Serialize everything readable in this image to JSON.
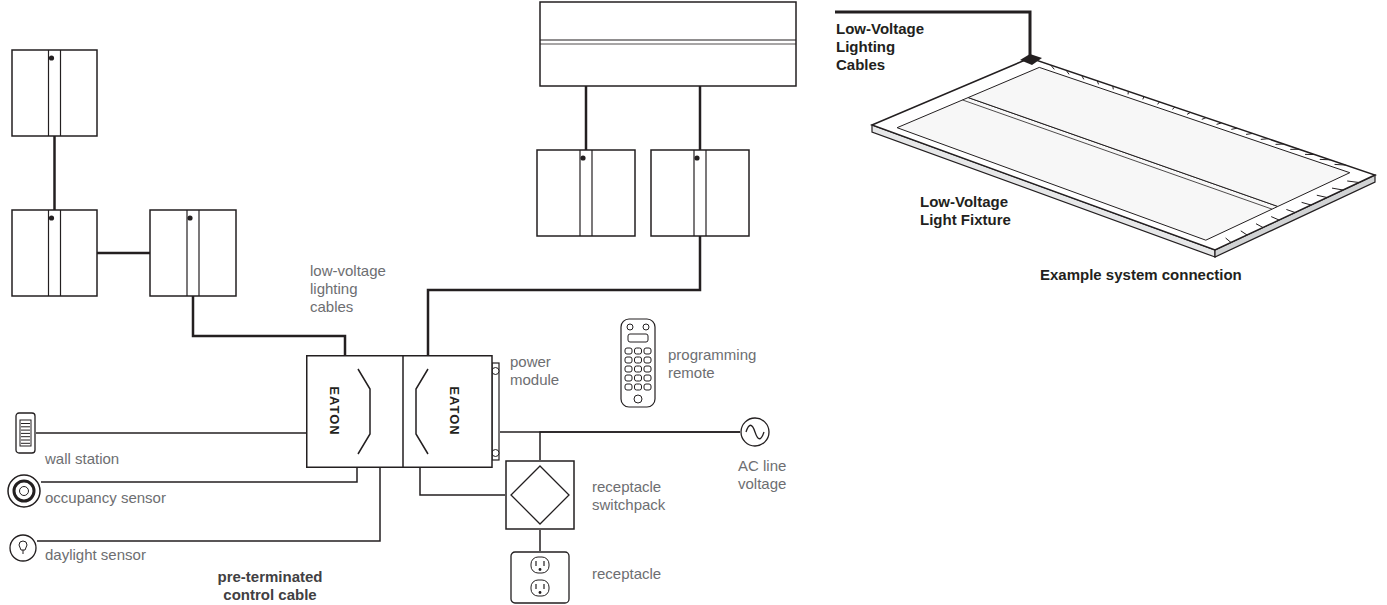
{
  "diagram": {
    "nodes": [
      {
        "text": [
          "EATON",
          "EATON",
          "power module"
        ]
      },
      {
        "text": [
          "programming remote"
        ]
      },
      {
        "text": [
          "wall station"
        ]
      },
      {
        "text": [
          "occupancy sensor"
        ]
      },
      {
        "text": [
          "daylight sensor"
        ]
      },
      {
        "text": [
          "receptacle switchpack"
        ]
      },
      {
        "text": [
          "AC line voltage"
        ]
      },
      {
        "text": [
          "receptacle"
        ]
      }
    ],
    "edges": [
      {
        "from": 2,
        "to": 0,
        "arrow": "none"
      },
      {
        "from": 3,
        "to": 0,
        "arrow": "none"
      },
      {
        "from": 4,
        "to": 0,
        "arrow": "none"
      },
      {
        "from": 0,
        "to": 6,
        "arrow": "none"
      },
      {
        "from": 6,
        "to": 5,
        "arrow": "none"
      },
      {
        "from": 0,
        "to": 5,
        "arrow": "none"
      },
      {
        "from": 5,
        "to": 7,
        "arrow": "none"
      }
    ],
    "labels": [
      "low-voltage lighting cables",
      "pre-terminated control cable",
      "Low-Voltage Lighting Cables",
      "Low-Voltage Light Fixture",
      "Example system connection"
    ]
  }
}
